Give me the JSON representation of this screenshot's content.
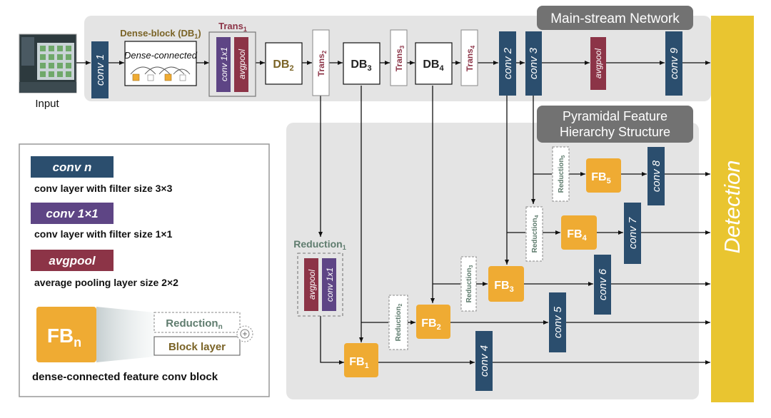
{
  "input_label": "Input",
  "main_stream_label": "Main-stream Network",
  "pyramid_label_line1": "Pyramidal Feature",
  "pyramid_label_line2": "Hierarchy Structure",
  "detection_label": "Detection",
  "dense_block_title": "Dense-block (DB",
  "dense_block_title_sub": "1",
  "dense_block_title_end": ")",
  "dense_connected_label": "Dense-connected",
  "trans1_label": "Trans",
  "trans1_sub": "1",
  "db_prefix": "DB",
  "trans_prefix": "Trans",
  "reduction_prefix": "Reduction",
  "fb_prefix": "FB",
  "layers": {
    "conv1": "conv 1",
    "conv1x1": "conv 1x1",
    "avgpool": "avgpool",
    "conv2": "conv 2",
    "conv3": "conv 3",
    "avgpool_main": "avgpool",
    "conv9": "conv 9",
    "conv8": "conv 8",
    "conv7": "conv 7",
    "conv6": "conv 6",
    "conv5": "conv 5",
    "conv4": "conv 4"
  },
  "legend": {
    "conv_n_label": "conv n",
    "conv_n_desc": "conv layer with filter size 3×3",
    "conv1x1_label": "conv 1×1",
    "conv1x1_desc": "conv layer with filter size 1×1",
    "avgpool_label": "avgpool",
    "avgpool_desc": "average pooling layer size 2×2",
    "fbn_label": "FB",
    "fbn_sub": "n",
    "reduction_label": "Reduction",
    "reduction_sub": "n",
    "block_layer_label": "Block layer",
    "fbn_desc": "dense-connected feature conv block"
  },
  "colors": {
    "conv_blue": "#2b4e6e",
    "conv1x1_purple": "#5e4585",
    "avgpool_red": "#8c3447",
    "fb_orange": "#efab33",
    "detection_yellow": "#e9c530",
    "panel_gray": "#e4e4e4",
    "label_box_gray": "#727272",
    "db_text": "#7a6326",
    "trans_text": "#8c3447",
    "reduction_text": "#5f7c6e"
  }
}
